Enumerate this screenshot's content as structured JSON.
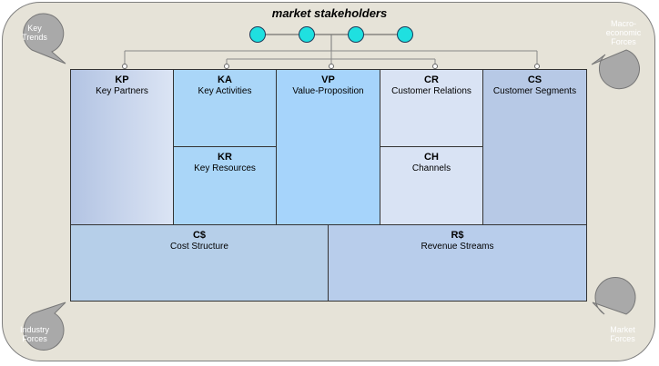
{
  "title": "market stakeholders",
  "corners": {
    "top_left": "Key Trends",
    "top_right": "Macro-economic Forces",
    "bottom_left": "Industry Forces",
    "bottom_right": "Market Forces"
  },
  "blocks": {
    "kp": {
      "code": "KP",
      "name": "Key Partners"
    },
    "ka": {
      "code": "KA",
      "name": "Key Activities"
    },
    "kr": {
      "code": "KR",
      "name": "Key Resources"
    },
    "vp": {
      "code": "VP",
      "name": "Value-Proposition"
    },
    "cr": {
      "code": "CR",
      "name": "Customer Relations"
    },
    "ch": {
      "code": "CH",
      "name": "Channels"
    },
    "cs": {
      "code": "CS",
      "name": "Customer Segments"
    },
    "cost": {
      "code": "C$",
      "name": "Cost Structure"
    },
    "rev": {
      "code": "R$",
      "name": "Revenue Streams"
    }
  },
  "colors": {
    "background": "#e6e3d8",
    "corner_fill": "#a9a9a9",
    "node_fill": "#1fe0e0",
    "kp_gradient_start": "#b3c4e3",
    "kp_gradient_end": "#dbe4f4",
    "ka": "#aad6f8",
    "kr": "#aad6f8",
    "vp": "#a6d4fb",
    "cr": "#d9e3f4",
    "ch": "#d9e3f4",
    "cs": "#b7c9e6",
    "cost": "#b6cfe9",
    "rev": "#b8cdeb"
  }
}
